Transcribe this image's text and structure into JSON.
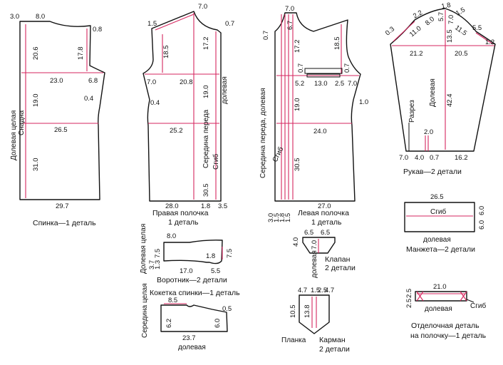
{
  "colors": {
    "outline": "#111111",
    "guide": "#d6265f",
    "background": "#ffffff"
  },
  "back": {
    "caption": "Спинка—1 деталь",
    "grain": "Долевая целая",
    "fold": "Снадна",
    "m": {
      "a": "3.0",
      "b": "8.0",
      "c": "0.8",
      "d": "20.6",
      "e": "17.8",
      "f": "23.0",
      "g": "6.8",
      "h": "19.0",
      "i": "0.4",
      "j": "26.5",
      "k": "31.0",
      "l": "29.7"
    }
  },
  "right_front": {
    "caption1": "Правая полочка",
    "caption2": "1 деталь",
    "center": "Середина переда",
    "grain": "долевая",
    "fold": "Сгиб",
    "m": {
      "a": "7.0",
      "b": "1.5",
      "c": "0.7",
      "d": "18.5",
      "e": "17.2",
      "f": "7.0",
      "g": "20.8",
      "h": "19.0",
      "i": "0.4",
      "j": "25.2",
      "k": "30.5",
      "l": "28.0",
      "m": "1.8",
      "n": "3.5"
    }
  },
  "left_front": {
    "caption1": "Левая полочка",
    "caption2": "1 деталь",
    "center": "Середина переда, долевая",
    "fold": "Сгиб",
    "m": {
      "a": "7.0",
      "b": "6.7",
      "c": "0.7",
      "d": "17.2",
      "e": "18.5",
      "f": "0.7",
      "g": "0.7",
      "h": "5.2",
      "i": "13.0",
      "j": "2.5",
      "k": "7.0",
      "l": "1.0",
      "m": "19.0",
      "n": "24.0",
      "o": "30.5",
      "p": "27.0"
    },
    "bottom_marks": [
      "3.0",
      "1.5",
      "1.8",
      "1.5"
    ]
  },
  "sleeve": {
    "caption": "Рукав—2 детали",
    "grain": "Долевая",
    "slit": "Разрез",
    "m": {
      "a": "2.2",
      "b": "1.8",
      "c": "1.5",
      "d": "0.3",
      "e": "11.0",
      "f": "8.0",
      "g": "5.7",
      "h": "7.0",
      "i": "11.5",
      "j": "5.5",
      "k": "1.2",
      "l": "13.5",
      "m": "21.2",
      "n": "20.5",
      "o": "42.4",
      "p": "2.0",
      "q": "7.0",
      "r": "4.0",
      "s": "0.7",
      "t": "16.2"
    }
  },
  "cuff": {
    "caption": "Манжета—2 детали",
    "grain": "долевая",
    "fold": "Сгиб",
    "m": {
      "a": "26.5",
      "b": "6.0",
      "c": "6.0"
    }
  },
  "collar": {
    "caption": "Воротник—2 детали",
    "grain": "Долевая целая",
    "m": {
      "a": "8.0",
      "b": "7.5",
      "c": "1.3",
      "d": "3.7",
      "e": "1.8",
      "f": "7.5",
      "g": "17.0",
      "h": "5.5"
    }
  },
  "yoke": {
    "caption": "Кокетка спинки—1 деталь",
    "grain1": "Середина целая",
    "grain2": "долевая",
    "m": {
      "a": "8.5",
      "b": "0.5",
      "c": "6.2",
      "d": "6.0",
      "e": "23.7"
    }
  },
  "flap": {
    "caption1": "Клапан",
    "caption2": "2 детали",
    "grain": "долевая",
    "m": {
      "a": "6.5",
      "b": "6.5",
      "c": "4.0",
      "d": "7.0"
    }
  },
  "pocket": {
    "caption1": "Карман",
    "caption2": "2 детали",
    "placket": "Планка",
    "m": {
      "a": "4.7",
      "b": "1.5",
      "c": "2.5",
      "d": "4.7",
      "e": "10.5",
      "f": "13.8"
    }
  },
  "facing": {
    "caption1": "Отделочная деталь",
    "caption2": "на полочку—1 деталь",
    "grain": "долевая",
    "fold": "Сгиб",
    "m": {
      "a": "21.0",
      "b": "2.5",
      "c": "2.5"
    }
  }
}
